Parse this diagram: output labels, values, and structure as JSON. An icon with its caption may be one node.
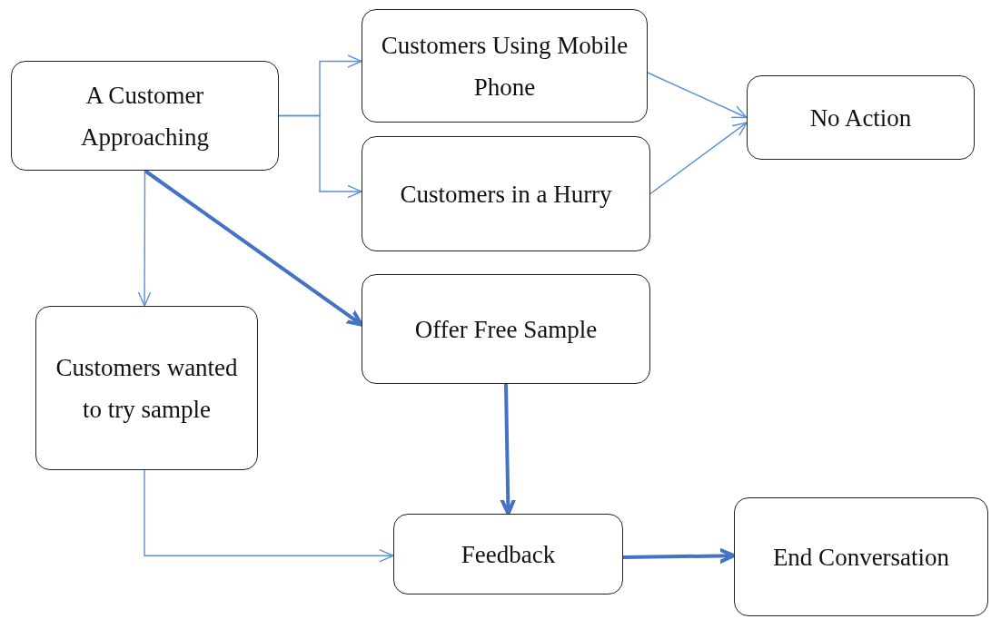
{
  "diagram": {
    "nodes": [
      {
        "text": [
          "A Customer Approaching"
        ]
      },
      {
        "text": [
          "Customers Using Mobile Phone"
        ]
      },
      {
        "text": [
          "Customers in a Hurry"
        ]
      },
      {
        "text": [
          "No Action"
        ]
      },
      {
        "text": [
          "Offer Free Sample"
        ]
      },
      {
        "text": [
          "Customers wanted to try sample"
        ]
      },
      {
        "text": [
          "Feedback"
        ]
      },
      {
        "text": [
          "End Conversation"
        ]
      }
    ],
    "edges": [
      {
        "from": 0,
        "to": 1,
        "arrow": "to"
      },
      {
        "from": 0,
        "to": 2,
        "arrow": "to"
      },
      {
        "from": 1,
        "to": 3,
        "arrow": "to"
      },
      {
        "from": 2,
        "to": 3,
        "arrow": "to"
      },
      {
        "from": 0,
        "to": 4,
        "arrow": "to",
        "style": "thick",
        "color": "#4472c4"
      },
      {
        "from": 0,
        "to": 5,
        "arrow": "to"
      },
      {
        "from": 4,
        "to": 6,
        "arrow": "to",
        "style": "thick",
        "color": "#4472c4"
      },
      {
        "from": 5,
        "to": 6,
        "arrow": "to"
      },
      {
        "from": 6,
        "to": 7,
        "arrow": "to",
        "style": "thick",
        "color": "#4472c4"
      }
    ]
  }
}
